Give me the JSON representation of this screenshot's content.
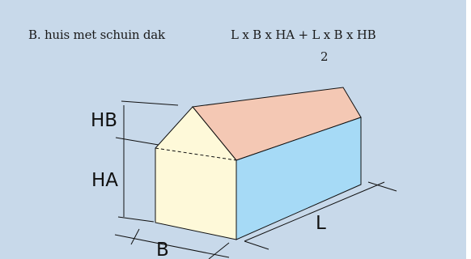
{
  "caption": "B. huis met schuin dak",
  "formula": {
    "numerator": "L x B x HA + L x B x HB",
    "denominator": "2"
  },
  "labels": {
    "hb": "HB",
    "ha": "HA",
    "b": "B",
    "l": "L"
  },
  "colors": {
    "background": "#c8d9ea",
    "roof": "#f4c8b4",
    "front_wall": "#fef9d9",
    "side_wall": "#a6daf6",
    "outline": "#111111"
  }
}
